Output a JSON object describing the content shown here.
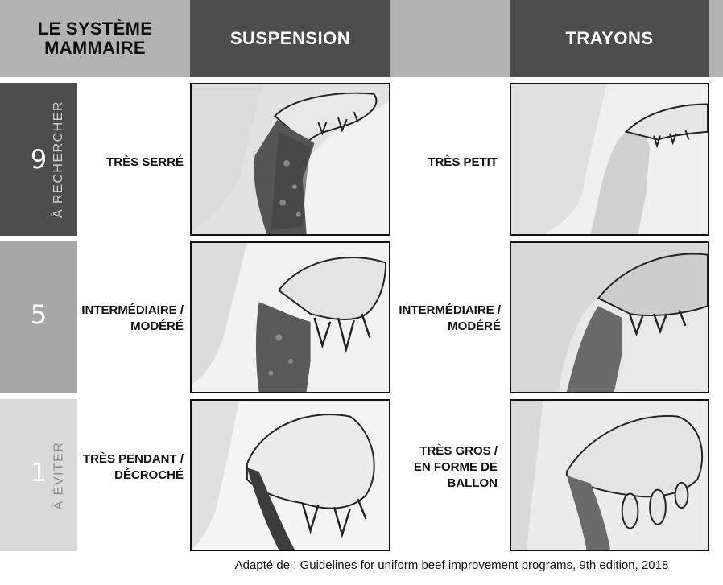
{
  "header": {
    "title_line1": "LE SYSTÈME",
    "title_line2": "MAMMAIRE",
    "col_suspension": "SUSPENSION",
    "col_trayons": "TRAYONS"
  },
  "rows": [
    {
      "score": "9",
      "side_label": "À RECHERCHER",
      "suspension_label": [
        "TRÈS SERRÉ"
      ],
      "trayons_label": [
        "TRÈS PETIT"
      ]
    },
    {
      "score": "5",
      "side_label": "",
      "suspension_label": [
        "INTERMÉDIAIRE /",
        "MODÉRÉ"
      ],
      "trayons_label": [
        "INTERMÉDIAIRE /",
        "MODÉRÉ"
      ]
    },
    {
      "score": "1",
      "side_label": "À ÉVITER",
      "suspension_label": [
        "TRÈS PENDANT /",
        "DÉCROCHÉ"
      ],
      "trayons_label": [
        "TRÈS GROS /",
        "EN FORME DE",
        "BALLON"
      ]
    }
  ],
  "colors": {
    "header_light": "#b3b3b3",
    "header_dark": "#4d4d4d",
    "score_9": "#4d4d4d",
    "score_5": "#a6a6a6",
    "score_1": "#d9d9d9"
  },
  "footer": "Adapté de : Guidelines for uniform beef improvement programs, 9th edition, 2018"
}
